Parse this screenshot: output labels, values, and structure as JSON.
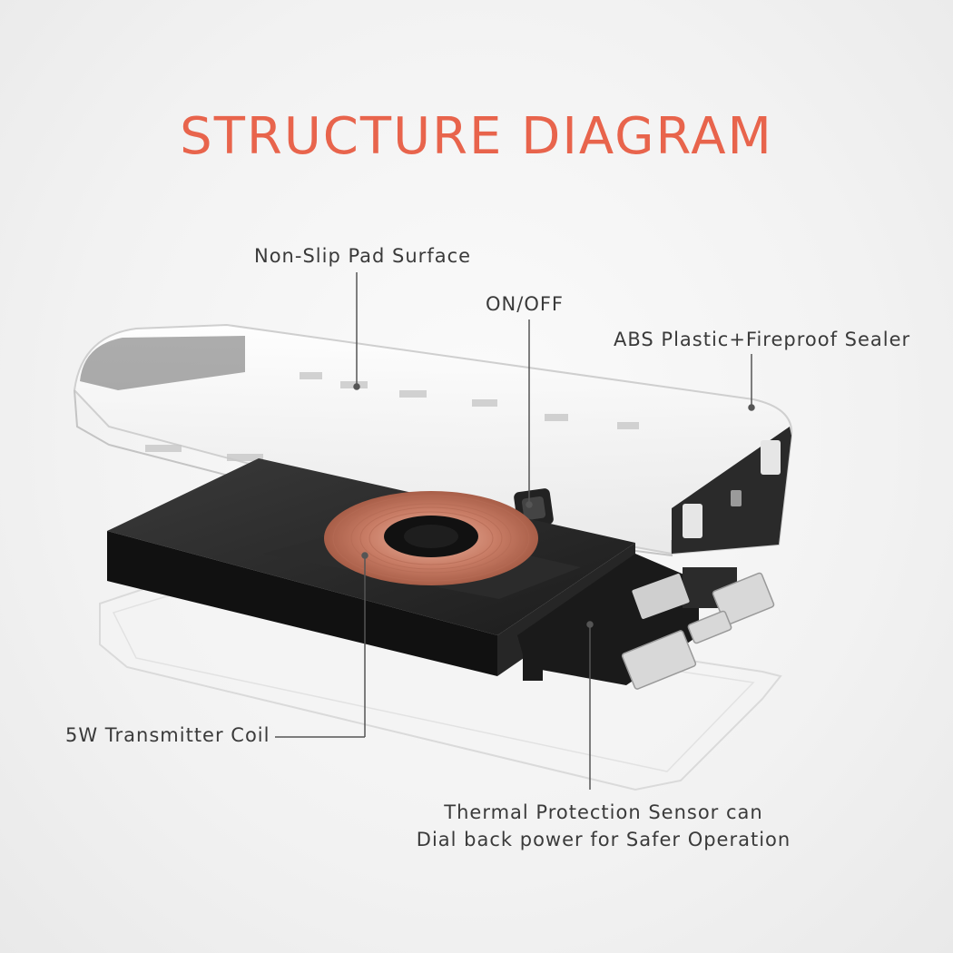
{
  "title": "STRUCTURE DIAGRAM",
  "labels": {
    "pad": "Non-Slip Pad Surface",
    "onoff": "ON/OFF",
    "abs": "ABS Plastic+Fireproof Sealer",
    "coil": "5W Transmitter Coil",
    "thermal_line1": "Thermal Protection Sensor can",
    "thermal_line2": "Dial back power for Safer Operation"
  },
  "colors": {
    "title": "#e8644c",
    "coil": "#c97d66",
    "module": "#1f1f1f"
  }
}
